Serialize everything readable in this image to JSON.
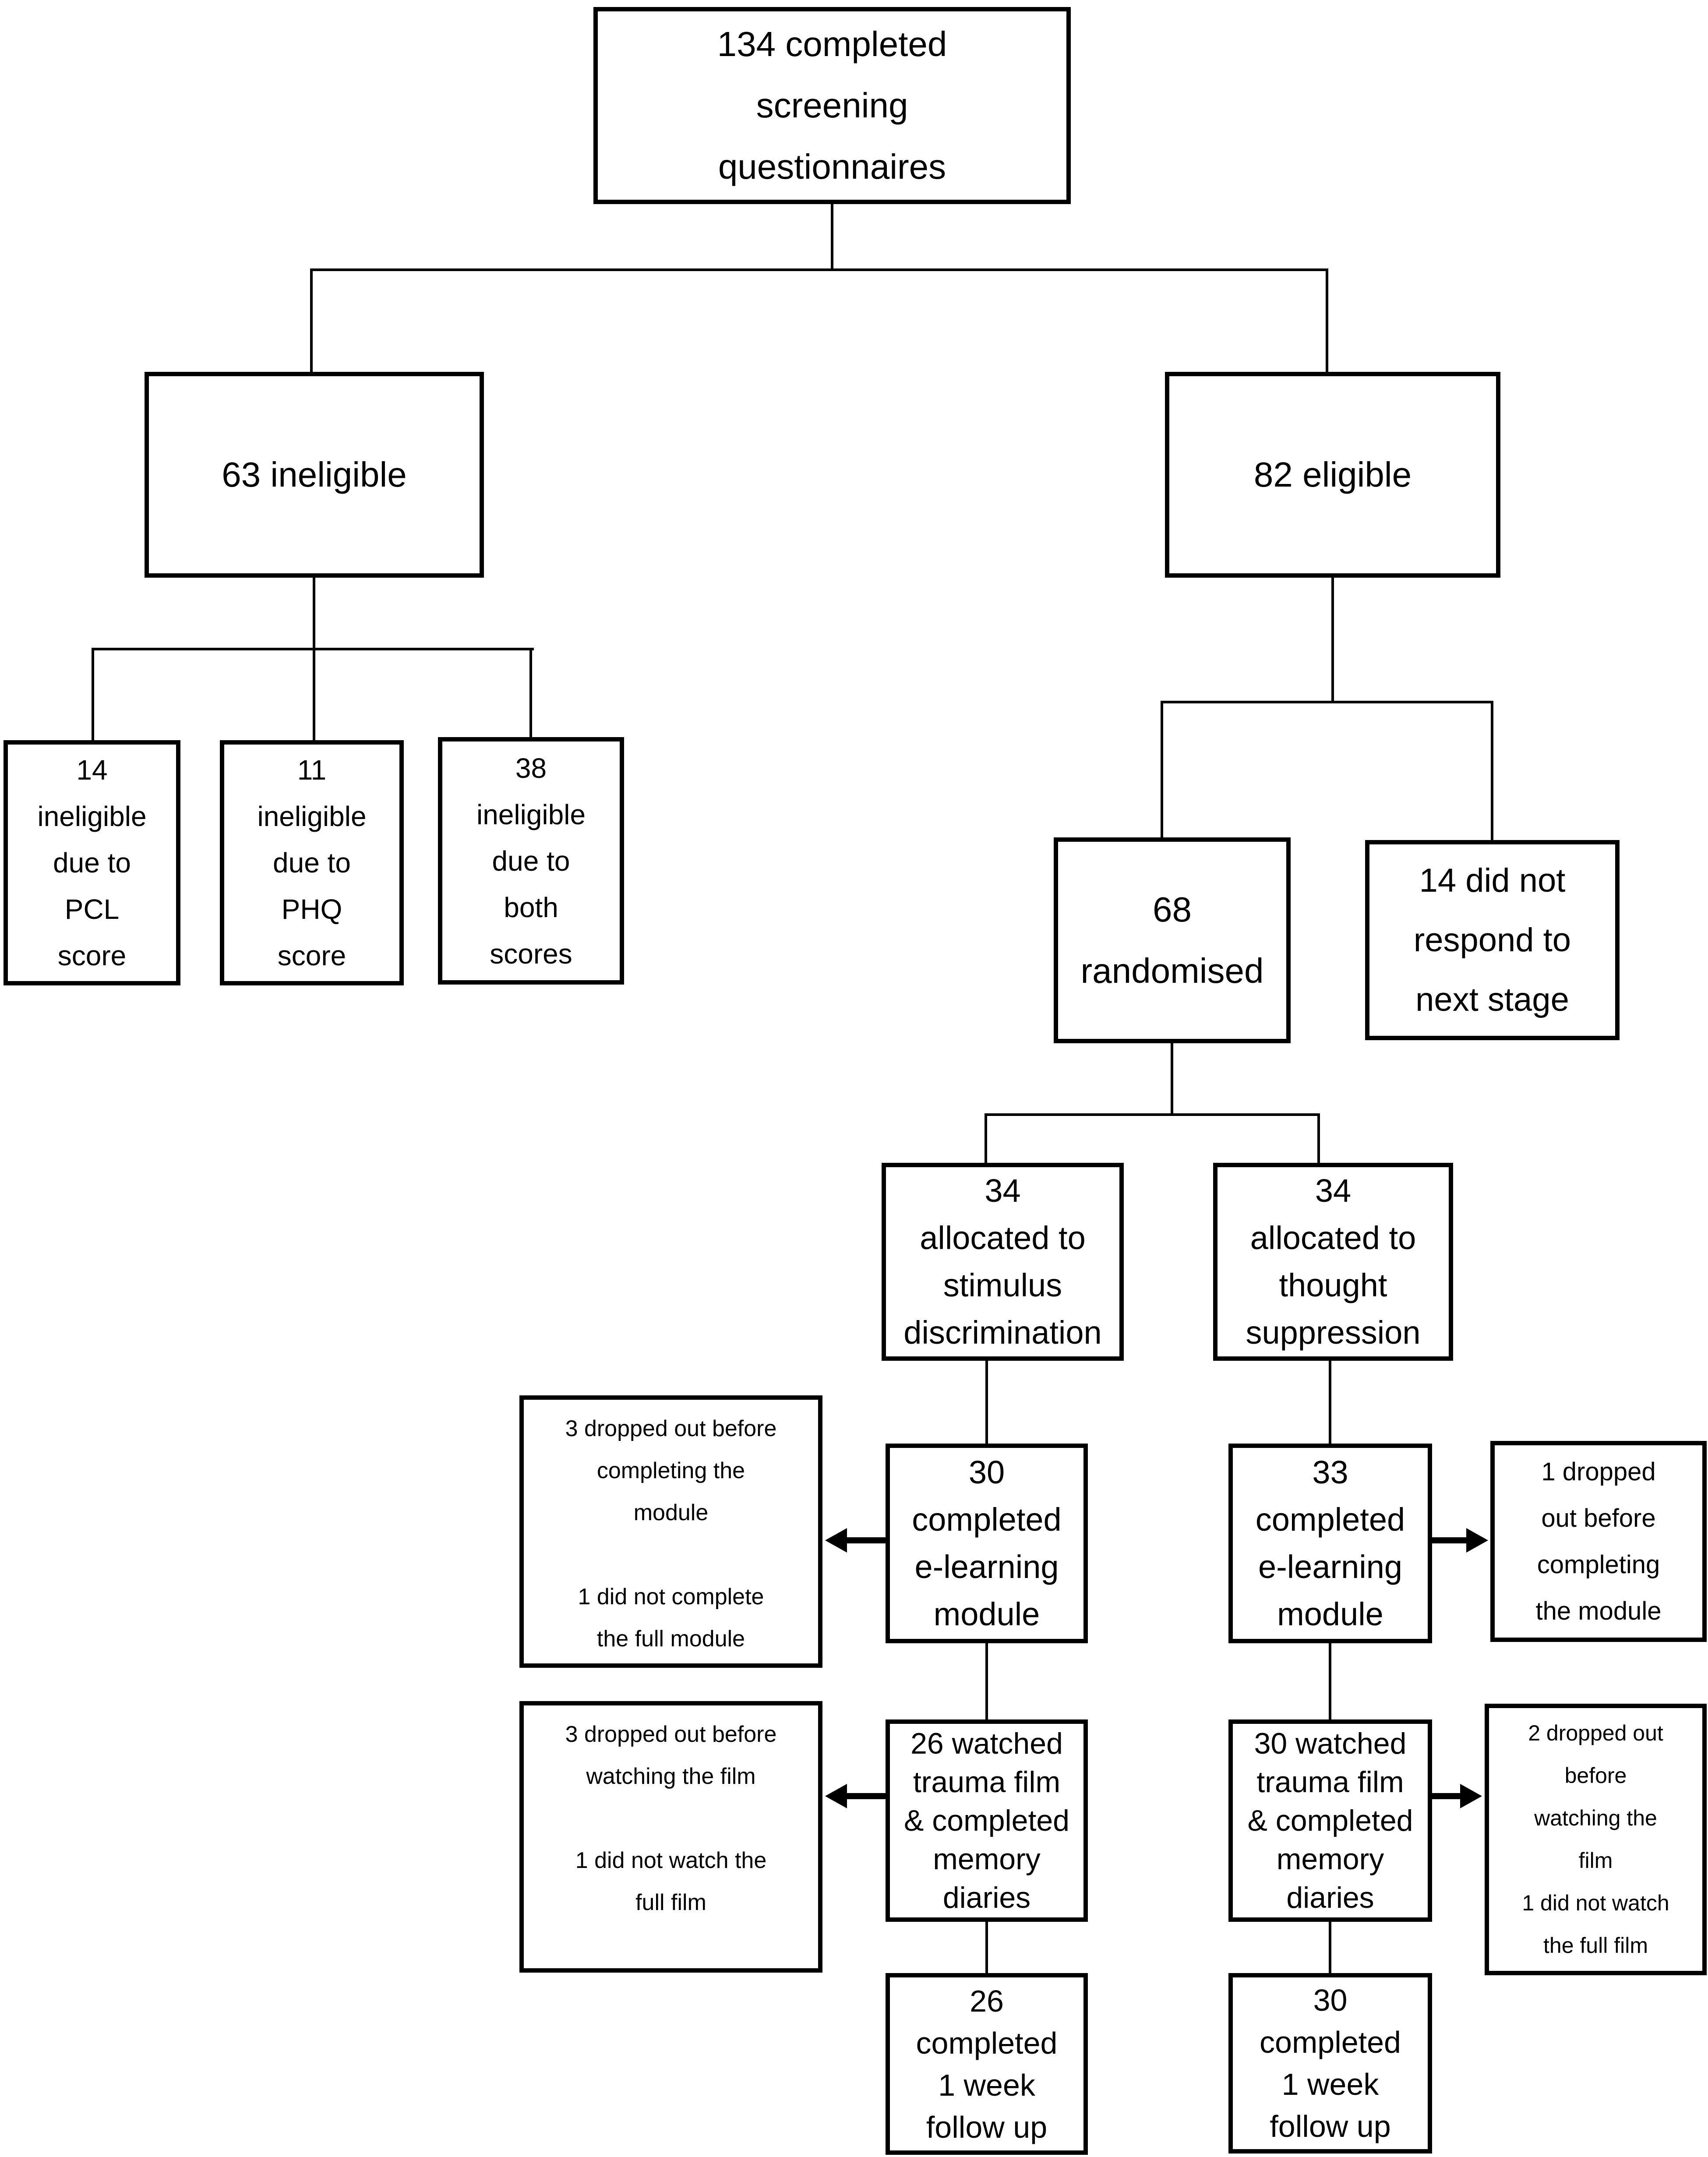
{
  "diagram": {
    "colors": {
      "line": "#000000",
      "background": "#ffffff",
      "text": "#000000"
    },
    "boxes": {
      "screened": "134 completed\nscreening\nquestionnaires",
      "ineligible": "63 ineligible",
      "eligible": "82 eligible",
      "ineligible_pcl": "14\nineligible\ndue to\nPCL\nscore",
      "ineligible_phq": "11\nineligible\ndue to\nPHQ\nscore",
      "ineligible_both": "38\nineligible\ndue to\nboth\nscores",
      "randomised": "68\nrandomised",
      "no_response": "14 did not\nrespond to\nnext stage",
      "allocated_stimulus": "34\nallocated to\nstimulus\ndiscrimination",
      "allocated_thought": "34\nallocated to\nthought\nsuppression",
      "elearning_stimulus": "30\ncompleted\ne-learning\nmodule",
      "elearning_thought": "33\ncompleted\ne-learning\nmodule",
      "dropout_module_stimulus": "3 dropped out before\ncompleting the\nmodule\n\n1 did not complete\nthe full module",
      "dropout_module_thought": "1 dropped\nout before\ncompleting\nthe module",
      "film_stimulus": "26 watched\ntrauma film\n& completed\nmemory\ndiaries",
      "film_thought": "30 watched\ntrauma film\n& completed\nmemory\ndiaries",
      "dropout_film_stimulus": "3 dropped out before\nwatching the film\n\n1 did not watch the\nfull film",
      "dropout_film_thought": "2 dropped out\nbefore\nwatching the\nfilm\n1 did not watch\nthe full film",
      "followup_stimulus": "26\ncompleted\n1 week\nfollow up",
      "followup_thought": "30\ncompleted\n1 week\nfollow up"
    }
  }
}
